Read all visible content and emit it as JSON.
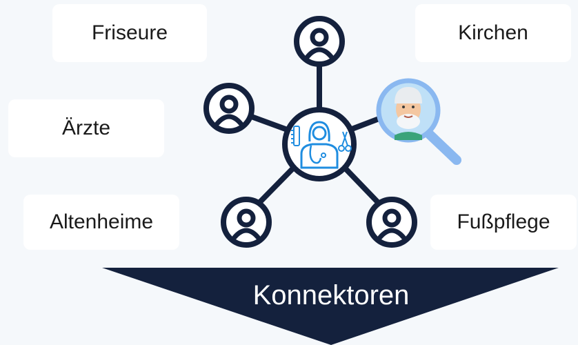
{
  "categories": {
    "friseure": "Friseure",
    "kirchen": "Kirchen",
    "aerzte": "Ärzte",
    "altenheime": "Altenheime",
    "fusspflege": "Fußpflege"
  },
  "banner": {
    "text": "Konnektoren"
  },
  "icons": {
    "center": "caregiver-icon",
    "magnifier": "magnifier-with-elderly-man-icon",
    "nodes": "person-icon"
  },
  "colors": {
    "background": "#f5f8fb",
    "network": "#14213d",
    "accent_blue": "#1f8de0",
    "magnifier_blue": "#8ab8f0",
    "banner_fill": "#14213d",
    "banner_text": "#ffffff"
  }
}
